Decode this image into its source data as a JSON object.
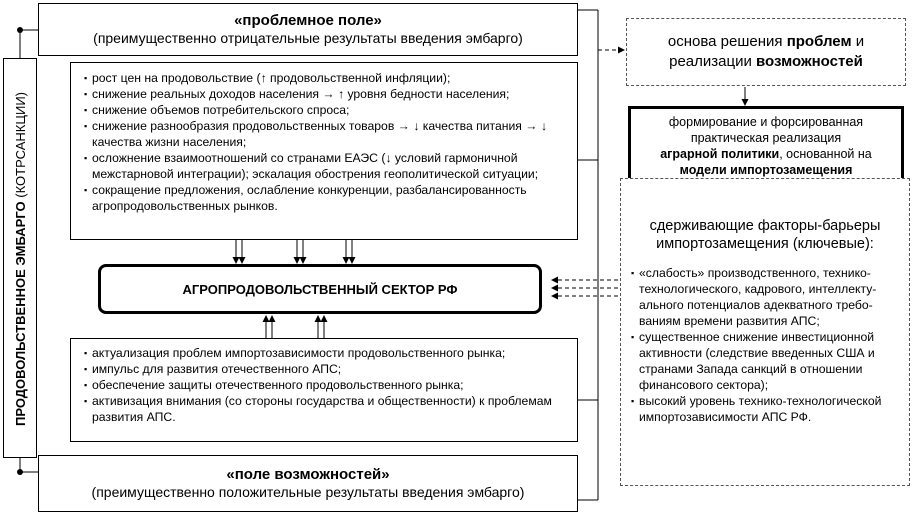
{
  "side_label": {
    "bold": "ПРОДОВОЛЬСТВЕННОЕ ЭМБАРГО",
    "normal": "(КОТРСАНКЦИИ)"
  },
  "problem_field": {
    "title": "«проблемное поле»",
    "subtitle": "(преимущественно отрицательные результаты введения эмбарго)"
  },
  "problems": [
    "рост цен на продовольствие (↑ продовольственной инфляции);",
    "снижение  реальных доходов населения → ↑ уровня бедности населения;",
    "снижение объемов потребительского спроса;",
    "снижение разнообразия продовольственных товаров → ↓ качества питания → ↓ качества жизни населения;",
    "осложнение взаимоотношений со странами ЕАЭС (↓ условий гармоничной межстарновой интеграции); эскалация обострения геополитической ситуации;",
    "сокращение предложения, ослабление конкуренции, разбалансированность агропродовольственных рынков."
  ],
  "sector": "АГРОПРОДОВОЛЬСТВЕННЫЙ СЕКТОР РФ",
  "opportunities": [
    "актуализация проблем импортозависимости продовольственного рынка;",
    "импульс для развития отечественного АПС;",
    "обеспечение защиты отечественного продовольственного рынка;",
    "активизация внимания (со стороны государства и общественности) к проблемам развития АПС."
  ],
  "opportunity_field": {
    "title": "«поле возможностей»",
    "subtitle": "(преимущественно положительные результаты введения эмбарго)"
  },
  "basis": {
    "pre": "основа решения ",
    "b1": "проблем",
    "mid": " и реализации ",
    "b2": "возможностей"
  },
  "policy": {
    "l1": "формирование и форсированная практическая реализация",
    "b1": "аграрной политики",
    "l2": ", основанной на",
    "b2": "модели импортозамещения"
  },
  "barriers": {
    "title": "сдерживающие факторы-барьеры импортозамещения (ключевые):",
    "items": [
      "«слабость» производственного, технико-технологического, кадрового, интеллекту-ального потенциалов адекватного требо-ваниям времени развития АПС;",
      "существенное снижение инвестиционной активности (следствие введенных США и странами Запада санкций в отношении финансового сектора);",
      "высокий уровень технико-технологической импортозависимости АПС РФ."
    ]
  }
}
